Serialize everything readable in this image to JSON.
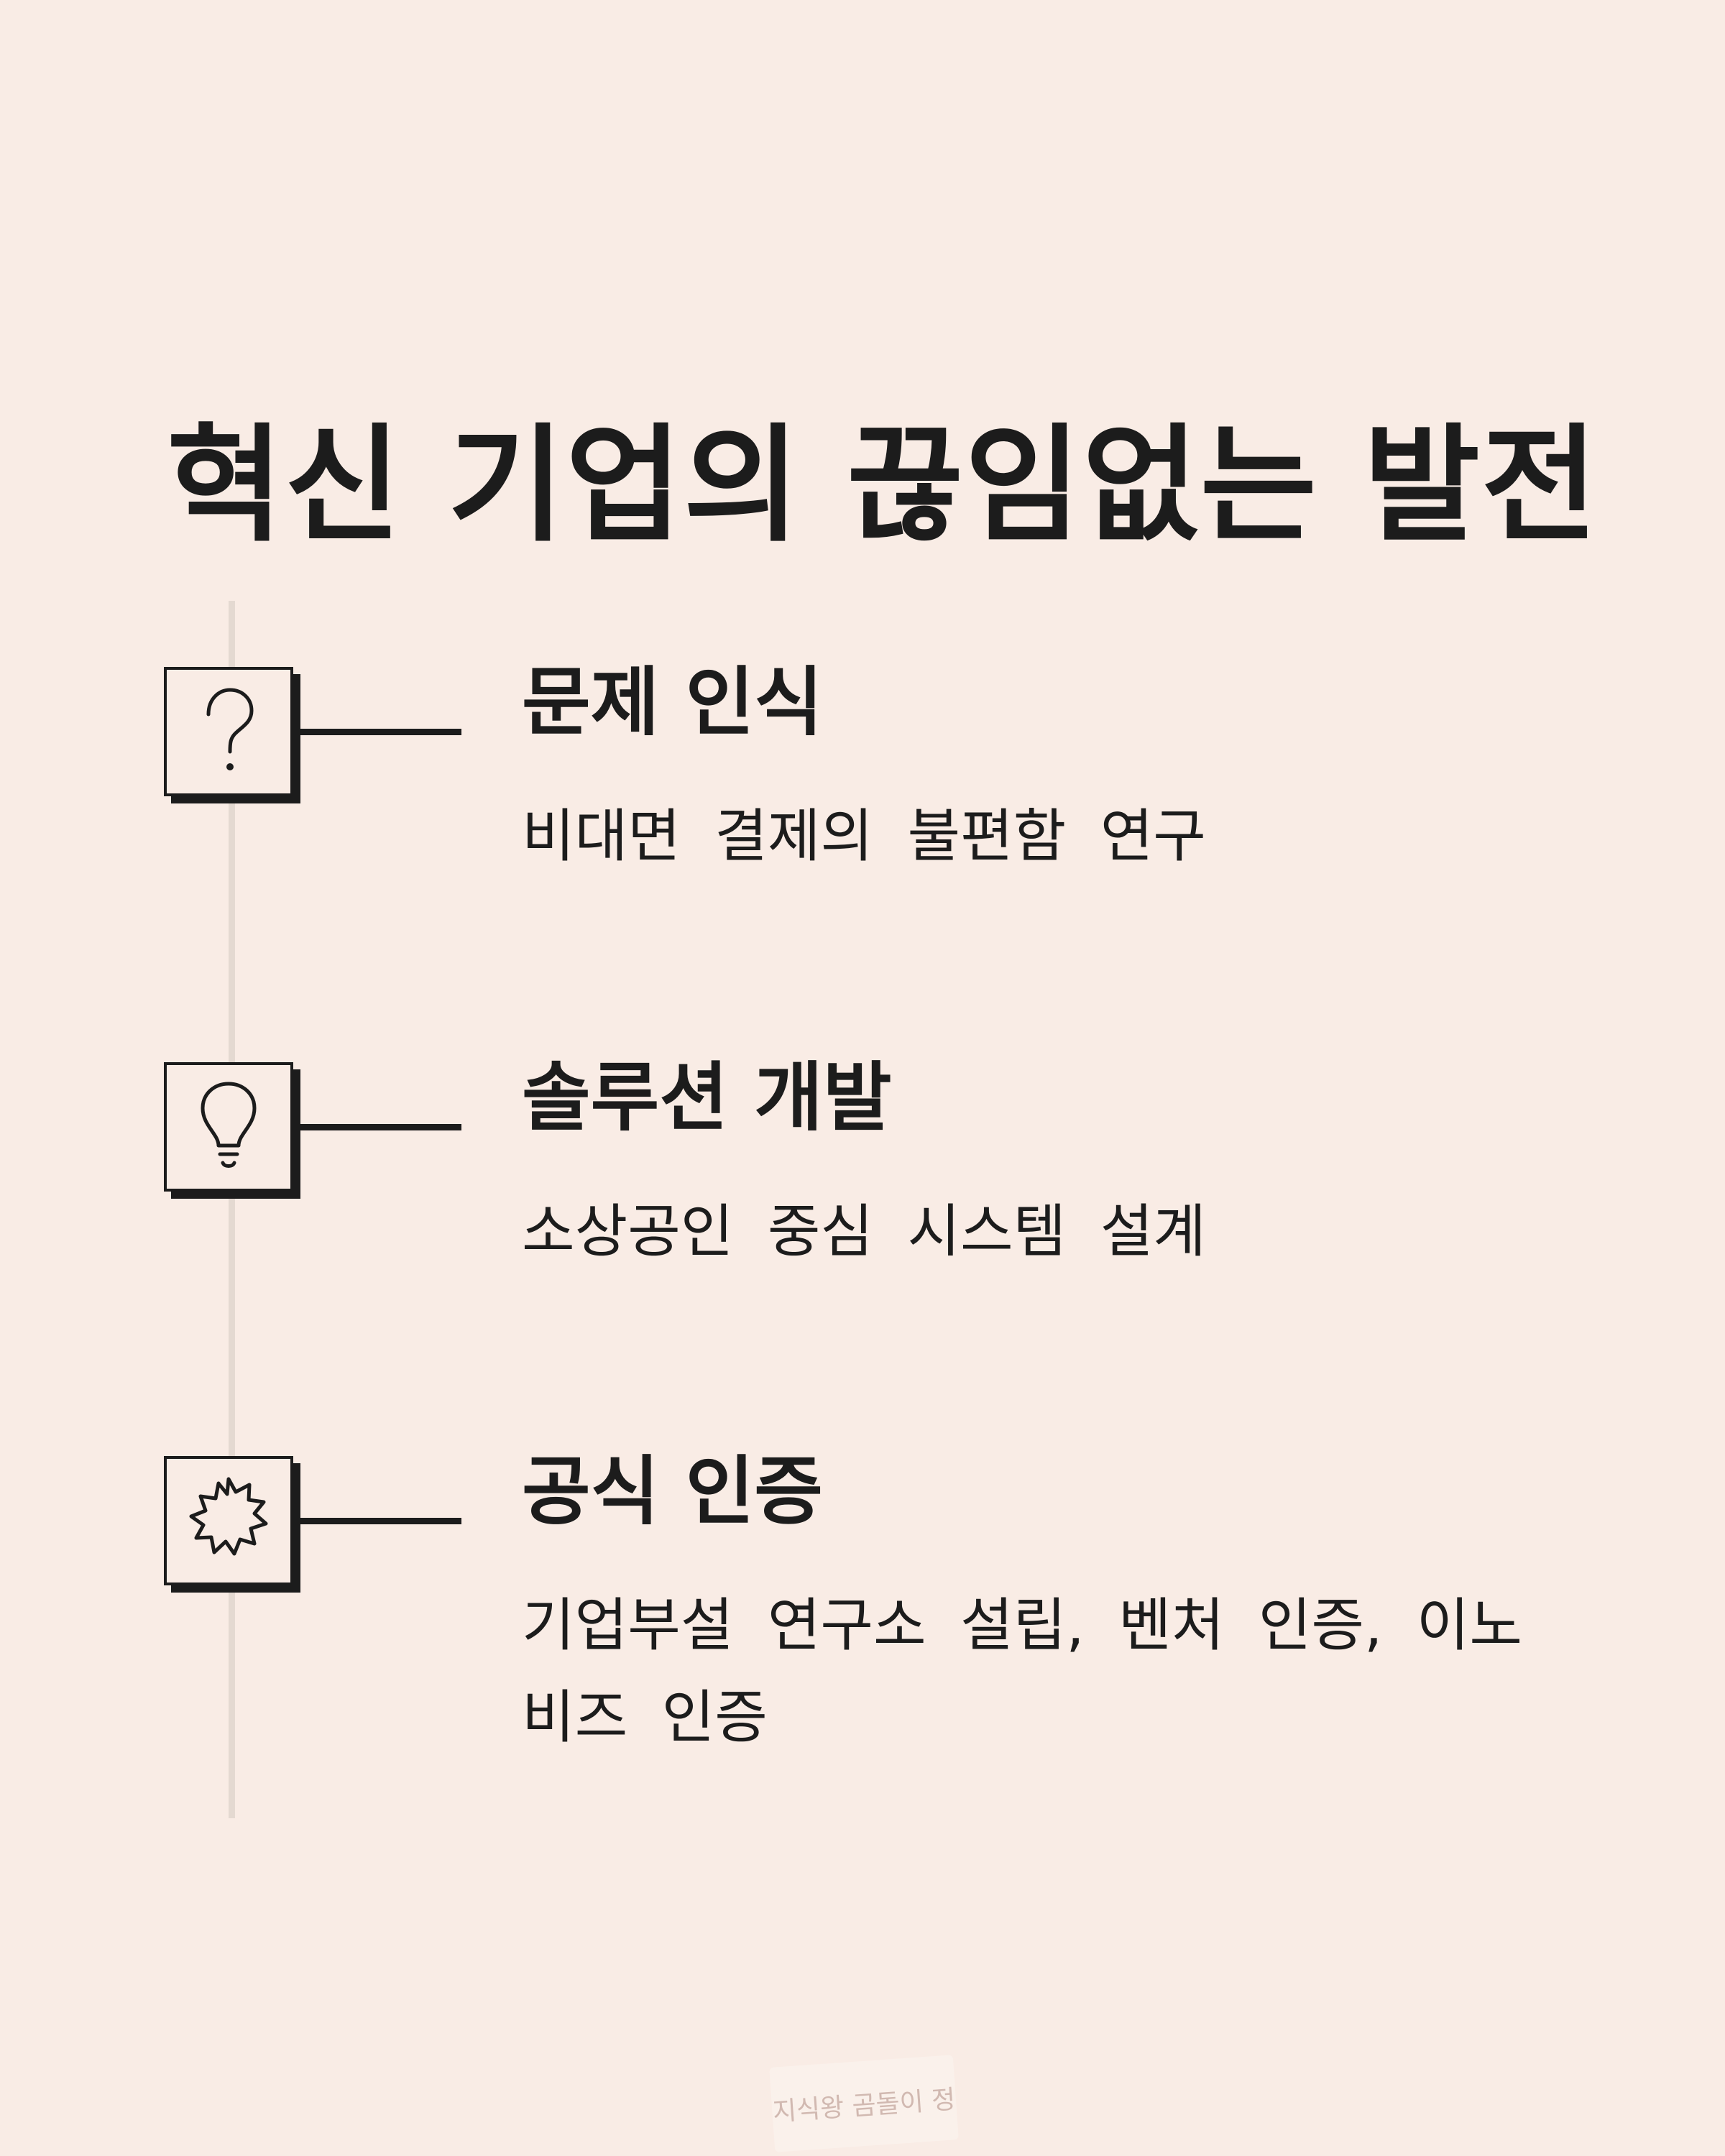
{
  "title": "혁신 기업의 끊임없는 발전",
  "steps": [
    {
      "icon": "question-mark-icon",
      "title": "문제 인식",
      "description": "비대면 결제의 불편함 연구"
    },
    {
      "icon": "lightbulb-icon",
      "title": "솔루션 개발",
      "description": "소상공인 중심 시스템 설계"
    },
    {
      "icon": "badge-burst-icon",
      "title": "공식 인증",
      "description": "기업부설 연구소 설립, 벤처 인증, 이노비즈 인증"
    }
  ],
  "watermark": "지식왕 곰돌이 정",
  "colors": {
    "background": "#f9ece5",
    "ink": "#1c1c1c",
    "timeline": "#e4d9d1"
  }
}
